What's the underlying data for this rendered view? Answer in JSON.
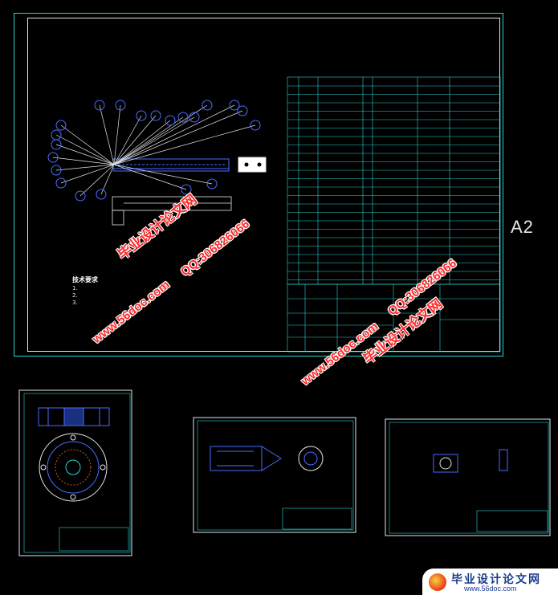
{
  "sheet_label": "A2",
  "watermark": {
    "cn": "毕业设计论文网",
    "url": "www.56doc.com",
    "qq": "QQ:306826066"
  },
  "tech_notes": {
    "title": "技术要求",
    "lines": [
      "1.",
      "2.",
      "3."
    ]
  },
  "logo": {
    "cn": "毕业设计论文网",
    "url": "www.56doc.com"
  },
  "colors": {
    "background": "#000000",
    "border": "#2bd3d3",
    "frame": "#e6e6e6",
    "geometry": "#4a6cff",
    "leader": "#e6e6e6",
    "watermark": "#ff2a2a"
  }
}
